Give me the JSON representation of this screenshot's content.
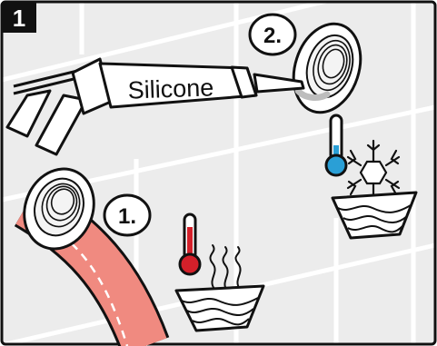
{
  "step_number": "1",
  "steps": [
    {
      "label": "1."
    },
    {
      "label": "2."
    }
  ],
  "tube": {
    "label": "Silicone"
  },
  "colors": {
    "tile_background": "#ececec",
    "grout": "#ffffff",
    "hose": "#f08a80",
    "hot_thermometer": "#d4202a",
    "cold_thermometer": "#2a9fd6",
    "outline": "#111111"
  },
  "icons": {
    "hot": "hot-thermometer-icon",
    "cold": "cold-thermometer-icon",
    "snowflake": "snowflake-icon",
    "steam": "steam-icon"
  }
}
